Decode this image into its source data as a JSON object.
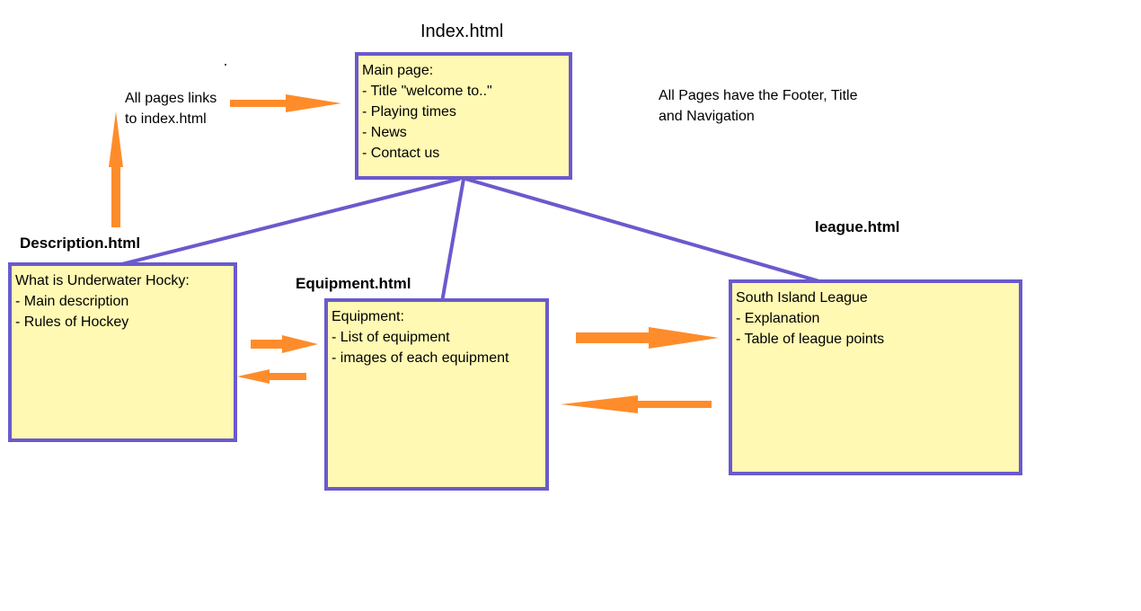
{
  "colors": {
    "box_fill": "#fff9b3",
    "box_border": "#6a5acd",
    "arrow": "#ff8c2a"
  },
  "pages": {
    "index": {
      "title": "Index.html",
      "items": [
        "Main page:",
        "- Title \"welcome to..\"",
        "- Playing times",
        "- News",
        "- Contact us"
      ]
    },
    "description": {
      "title": "Description.html",
      "items": [
        "What is Underwater Hocky:",
        "- Main description",
        "- Rules of Hockey"
      ]
    },
    "equipment": {
      "title": "Equipment.html",
      "items": [
        "Equipment:",
        "- List of equipment",
        "- images of each equipment"
      ]
    },
    "league": {
      "title": "league.html",
      "items": [
        "South Island League",
        "- Explanation",
        "- Table of league points"
      ]
    }
  },
  "notes": {
    "links": [
      "All pages links",
      "to index.html"
    ],
    "common": [
      "All Pages have the Footer, Title",
      "and Navigation"
    ]
  }
}
